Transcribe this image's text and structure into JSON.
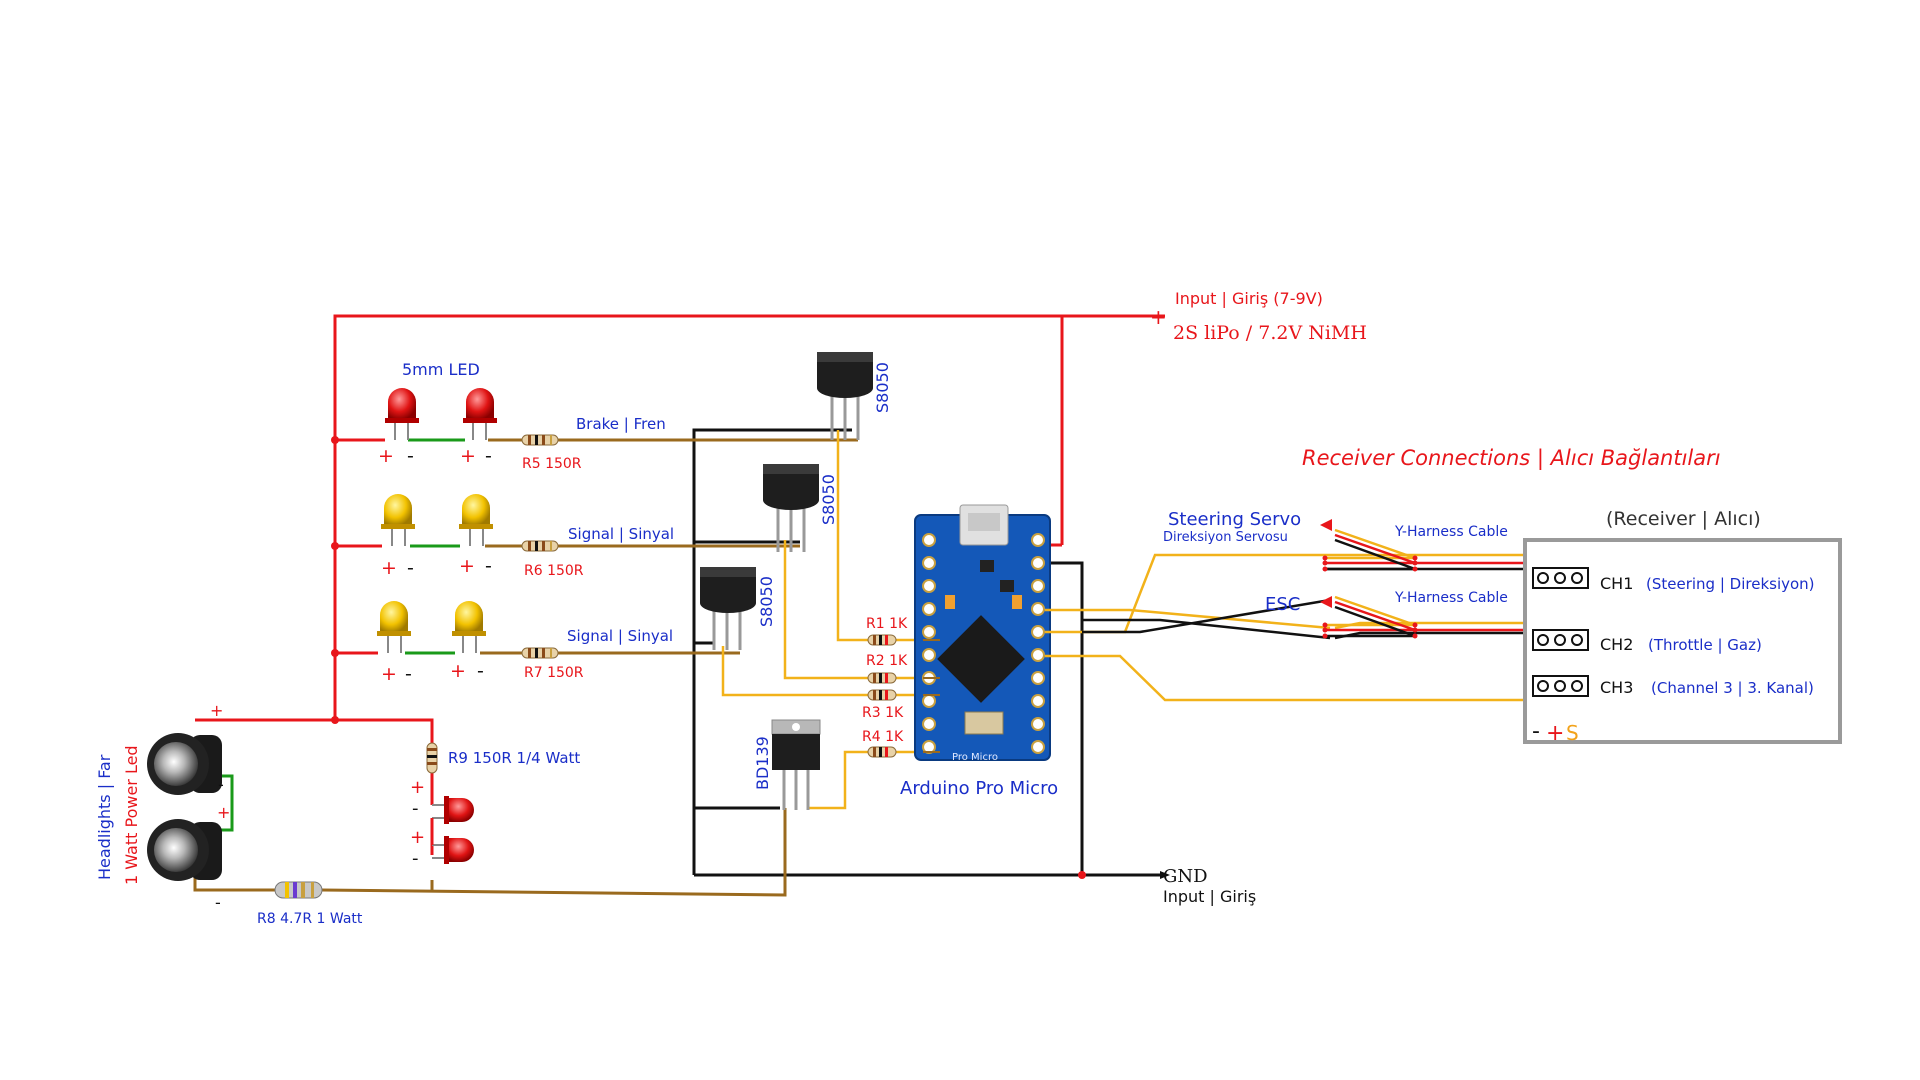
{
  "power": {
    "input_label": "Input | Giriş (7-9V)",
    "battery_label": "2S liPo / 7.2V NiMH",
    "plus": "+",
    "gnd_label": "GND",
    "gnd_input": "Input | Giriş"
  },
  "leds": {
    "title": "5mm LED",
    "brake": "Brake | Fren",
    "signal1": "Signal | Sinyal",
    "signal2": "Signal | Sinyal",
    "plus": "+",
    "minus": "-"
  },
  "resistors": {
    "r1": "R1 1K",
    "r2": "R2 1K",
    "r3": "R3 1K",
    "r4": "R4 1K",
    "r5": "R5 150R",
    "r6": "R6 150R",
    "r7": "R7 150R",
    "r8": "R8 4.7R 1 Watt",
    "r9": "R9 150R 1/4 Watt"
  },
  "transistors": {
    "t1": "S8050",
    "t2": "S8050",
    "t3": "S8050",
    "t4": "BD139"
  },
  "headlights": {
    "line1": "Headlights | Far",
    "line2": "1 Watt Power Led"
  },
  "arduino": {
    "label": "Arduino Pro Micro",
    "board_text": "Pro Micro"
  },
  "receiver": {
    "title": "Receiver Connections | Alıcı Bağlantıları",
    "box_title": "(Receiver | Alıcı)",
    "ch1": "CH1",
    "ch1_desc": "(Steering | Direksiyon)",
    "ch2": "CH2",
    "ch2_desc": "(Throttle | Gaz)",
    "ch3": "CH3",
    "ch3_desc": "(Channel 3 | 3. Kanal)",
    "legend_minus": "-",
    "legend_plus": "+",
    "legend_s": "S",
    "steering_servo": "Steering Servo",
    "steering_servo_tr": "Direksiyon Servosu",
    "esc": "ESC",
    "y_harness1": "Y-Harness Cable",
    "y_harness2": "Y-Harness Cable"
  },
  "colors": {
    "red_wire": "#e8161b",
    "black_wire": "#111111",
    "green_wire": "#1a9a1a",
    "brown_wire": "#9a6a1e",
    "yellow_wire": "#f2b21a",
    "blue_text": "#1a2ec8",
    "red_text": "#e8161b"
  }
}
